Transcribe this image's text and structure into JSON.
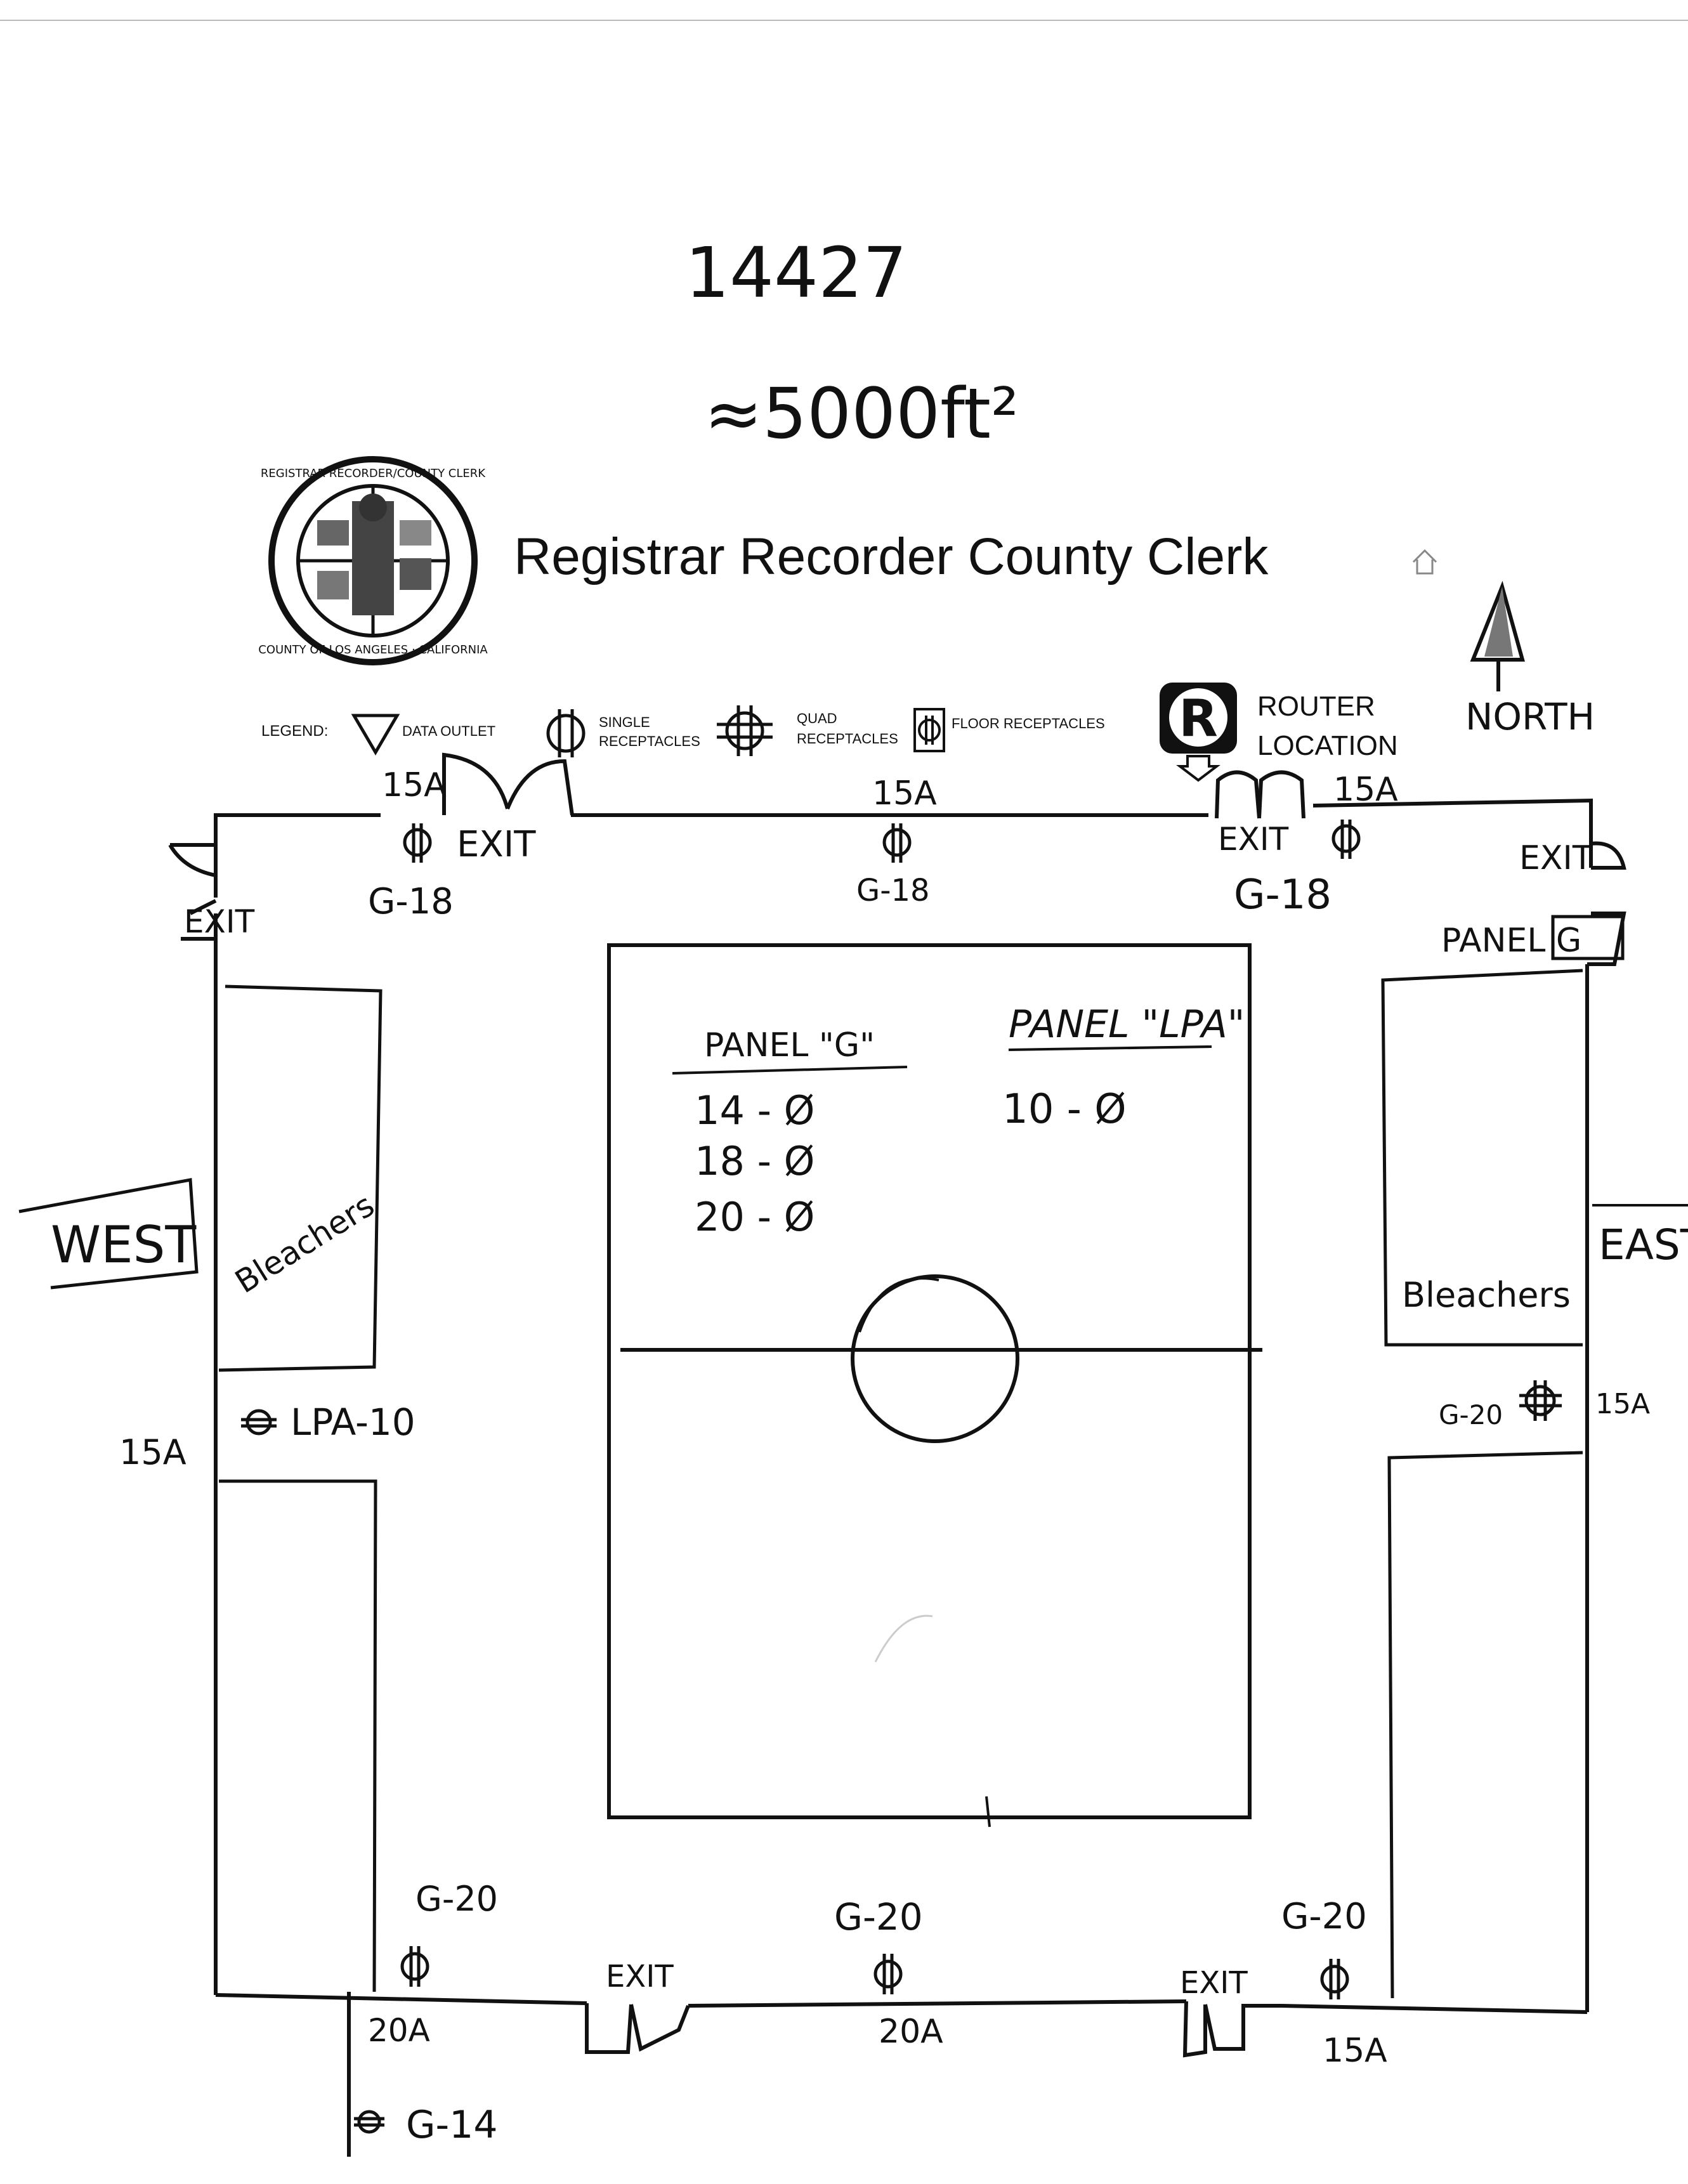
{
  "header": {
    "handwritten_number": "14427",
    "handwritten_area": "≈5000ft²",
    "title": "Registrar Recorder County Clerk",
    "seal_text": "REGISTRAR RECORDER/COUNTY CLERK · COUNTY OF LOS ANGELES · CALIFORNIA"
  },
  "legend": {
    "label": "LEGEND:",
    "data_outlet": "DATA OUTLET",
    "single_line1": "SINGLE",
    "single_line2": "RECEPTACLES",
    "quad_line1": "QUAD",
    "quad_line2": "RECEPTACLES",
    "floor": "FLOOR RECEPTACLES",
    "router_symbol": "R",
    "router_line1": "ROUTER",
    "router_line2": "LOCATION"
  },
  "compass": {
    "north": "NORTH",
    "west": "WEST",
    "east": "EAST"
  },
  "labels": {
    "top_left_amp": "15A",
    "top_left_exit": "EXIT",
    "top_left_circuit": "G-18",
    "top_mid_amp": "15A",
    "top_mid_circuit": "G-18",
    "top_right_amp": "15A",
    "top_right_exit": "EXIT",
    "top_right_circuit": "G-18",
    "right_top_exit": "EXIT",
    "panel_g_wall": "PANEL G",
    "left_exit": "EXIT",
    "left_bleachers": "Bleachers",
    "right_bleachers": "Bleachers",
    "west_outlet_amp": "15A",
    "west_outlet_circuit": "LPA-10",
    "east_outlet_circuit": "G-20",
    "east_outlet_amp": "15A",
    "bottom_left_circuit": "G-20",
    "bottom_left_amp": "20A",
    "bottom_left_exit": "EXIT",
    "bottom_mid_circuit": "G-20",
    "bottom_mid_amp": "20A",
    "bottom_right_exit": "EXIT",
    "bottom_right_circuit": "G-20",
    "bottom_right_amp": "15A",
    "outside_circuit": "G-14"
  },
  "panel_notes": {
    "panel_g_title": "PANEL \"G\"",
    "panel_g_rows": [
      "14 - Ø",
      "18 - Ø",
      "20 - Ø"
    ],
    "panel_lpa_title": "PANEL \"LPA\"",
    "panel_lpa_rows": [
      "10 - Ø"
    ]
  }
}
